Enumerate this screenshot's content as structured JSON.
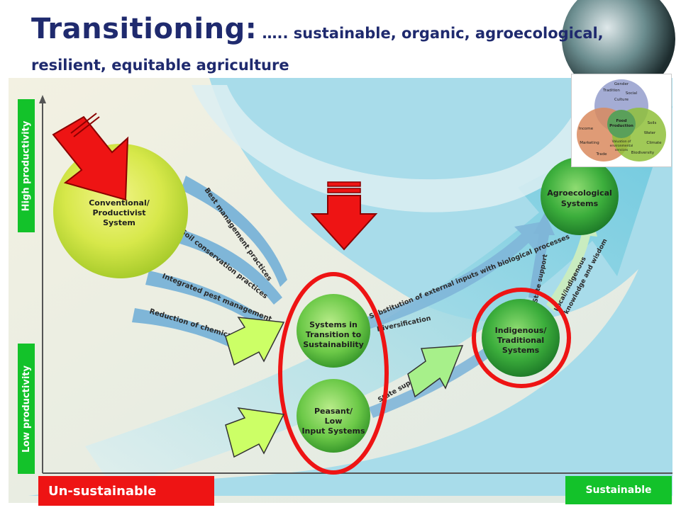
{
  "title": {
    "main": "Transitioning:",
    "rest": " ….. sustainable, organic, agroecological,",
    "line2": "resilient, equitable agriculture"
  },
  "axis": {
    "high": "High  productivity",
    "low": "Low productivity",
    "unsustainable": "Un-sustainable",
    "sustainable": "Sustainable"
  },
  "nodes": {
    "conventional": [
      "Conventional/",
      "Productivist",
      "System"
    ],
    "transition": [
      "Systems in",
      "Transition to",
      "Sustainability"
    ],
    "peasant": [
      "Peasant/",
      "Low",
      "Input Systems"
    ],
    "indigenous": [
      "Indigenous/",
      "Traditional",
      "Systems"
    ],
    "agroecological": [
      "Agroecological",
      "Systems"
    ]
  },
  "flows": {
    "best": "Best management practices",
    "soil": "Soil conservation practices",
    "ipm": "Integrated pest management",
    "chem": "Reduction of chemical inputs",
    "subst": "Substitution of external inputs with biological processes",
    "divers": "Diversification",
    "state": "State support",
    "local": "Local/indigenous",
    "knowledge": "knowledge and wisdom",
    "stat": "State support"
  },
  "inset": {
    "center": [
      "Food",
      "Production"
    ],
    "labels": [
      "Gender",
      "Tradition",
      "Social",
      "Culture",
      "Income",
      "Marketing",
      "Trade",
      "Soils",
      "Water",
      "Climate",
      "Biodiversity",
      "Valuation of",
      "environmental",
      "services"
    ]
  },
  "colors": {
    "title": "#1f2a6e",
    "highlight": "#ee1414",
    "green_label": "#13c22a",
    "lime_arrow": "#ccff66",
    "sky": "#a8dcea"
  }
}
